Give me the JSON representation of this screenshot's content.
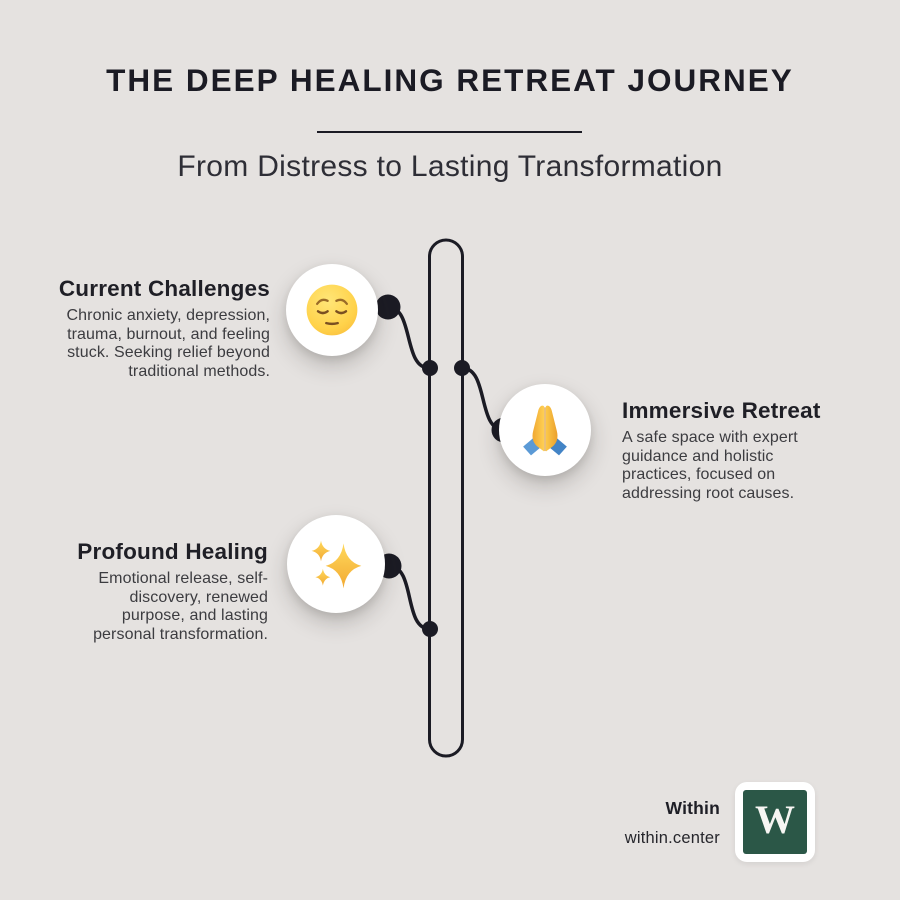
{
  "page": {
    "background_color": "#e5e2e0",
    "ink_color": "#1b1b24",
    "body_text_color": "#3c3c40"
  },
  "header": {
    "title": "THE DEEP HEALING RETREAT JOURNEY",
    "subtitle": "From Distress to Lasting Transformation"
  },
  "timeline": {
    "track_color": "#1b1b24",
    "nodes": [
      {
        "heading": "Current Challenges",
        "body": "Chronic anxiety, depression, trauma, burnout, and feeling stuck. Seeking relief beyond traditional methods.",
        "side": "left",
        "icon": "pensive-face-emoji",
        "glyph": "😔"
      },
      {
        "heading": "Immersive Retreat",
        "body": "A safe space with expert guidance and holistic practices, focused on addressing root causes.",
        "side": "right",
        "icon": "folded-hands-emoji",
        "glyph": "🙏"
      },
      {
        "heading": "Profound Healing",
        "body": "Emotional release, self-discovery, renewed purpose, and lasting personal transformation.",
        "side": "left",
        "icon": "sparkles-emoji",
        "glyph": "✨"
      }
    ]
  },
  "footer": {
    "brand": "Within",
    "website": "within.center",
    "logo_letter": "W",
    "logo_color": "#2b5747"
  }
}
